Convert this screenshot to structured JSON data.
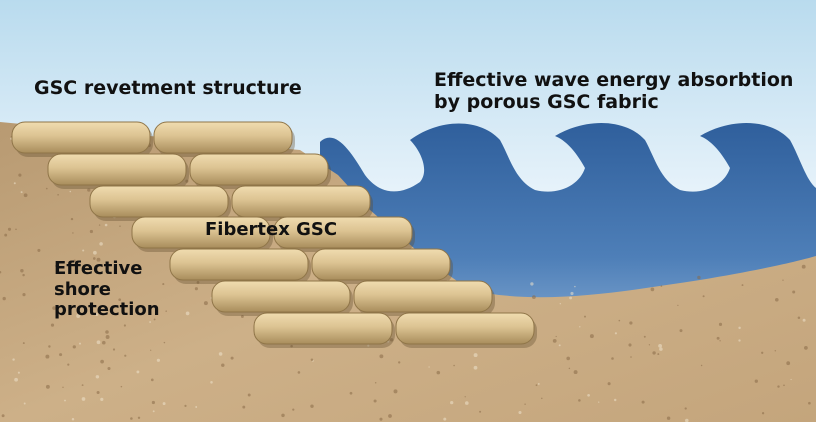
{
  "labels": {
    "revetment": "GSC revetment structure",
    "wave_line1": "Effective wave energy absorbtion",
    "wave_line2": "by porous GSC fabric",
    "fibertex": "Fibertex GSC",
    "shore_line1": "Effective",
    "shore_line2": "shore",
    "shore_line3": "protection"
  },
  "colors": {
    "sky_top": "#b9dbee",
    "sky_bottom": "#ffffff",
    "water_top": "#2f5f9c",
    "water_bottom": "#b8d2ea",
    "sand": "#c9a97d",
    "sand_dark": "#9c7b55",
    "bag": "#d9c08e",
    "bag_edge": "#8f7548"
  }
}
